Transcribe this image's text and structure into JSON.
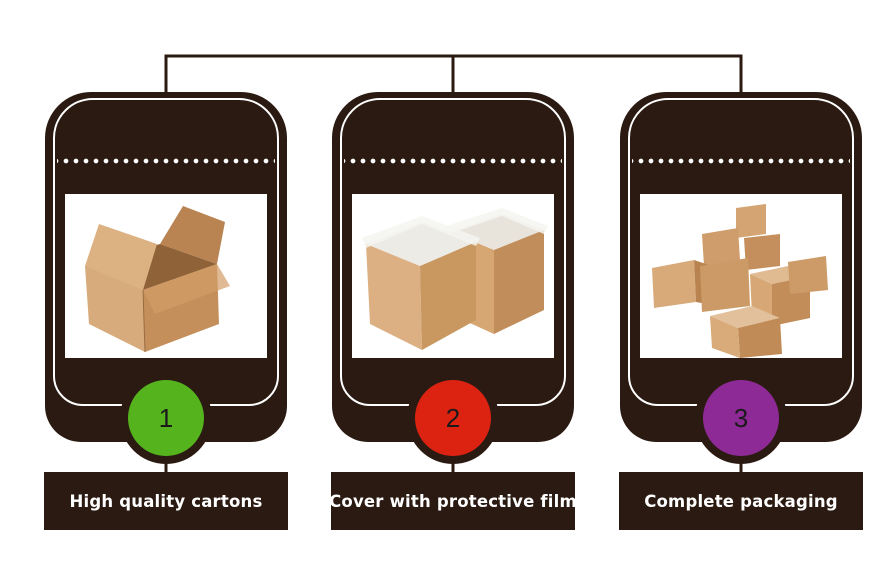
{
  "steps": [
    {
      "number": "1",
      "label": "High quality cartons",
      "color": "#55b31e",
      "icon": "open-carton-box-photo"
    },
    {
      "number": "2",
      "label": "Cover with protective film",
      "color": "#dc2312",
      "icon": "film-lined-carton-boxes-photo"
    },
    {
      "number": "3",
      "label": "Complete packaging",
      "color": "#8e2a96",
      "icon": "stacked-carton-boxes-photo"
    }
  ],
  "colors": {
    "frame": "#2b1a12",
    "connector": "#2b1a12",
    "background": "#ffffff",
    "cardboard": "#c89a68"
  }
}
